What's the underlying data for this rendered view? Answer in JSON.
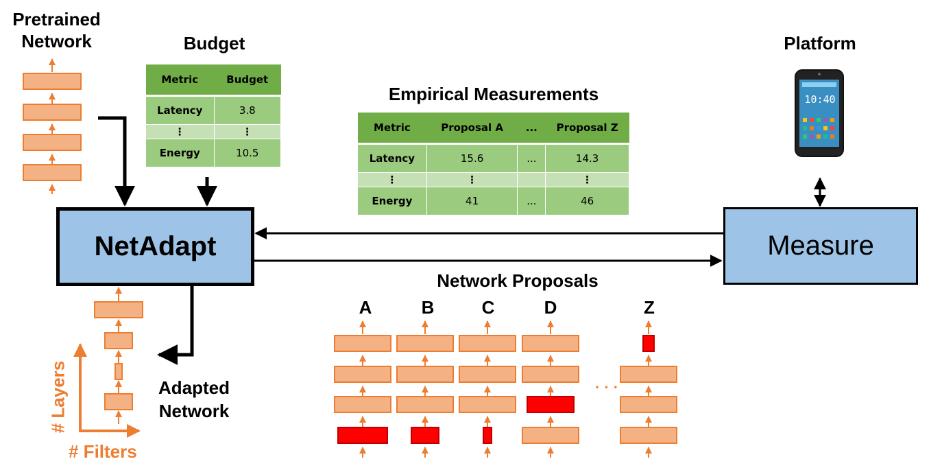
{
  "labels": {
    "pretrained_line1": "Pretrained",
    "pretrained_line2": "Network",
    "budget_title": "Budget",
    "empirical_title": "Empirical Measurements",
    "platform_title": "Platform",
    "netadapt": "NetAdapt",
    "measure": "Measure",
    "network_proposals": "Network Proposals",
    "adapted_line1": "Adapted",
    "adapted_line2": "Network",
    "axis_layers": "# Layers",
    "axis_filters": "# Filters",
    "ellipsis": "· · ·"
  },
  "budget_table": {
    "headers": [
      "Metric",
      "Budget"
    ],
    "rows": [
      [
        "Latency",
        "3.8"
      ],
      [
        "⋮",
        "⋮"
      ],
      [
        "Energy",
        "10.5"
      ]
    ]
  },
  "empirical_table": {
    "headers": [
      "Metric",
      "Proposal A",
      "...",
      "Proposal Z"
    ],
    "rows": [
      [
        "Latency",
        "15.6",
        "...",
        "14.3"
      ],
      [
        "⋮",
        "⋮",
        "",
        "⋮"
      ],
      [
        "Energy",
        "41",
        "...",
        "46"
      ]
    ]
  },
  "phone": {
    "time": "10:40"
  },
  "proposals": [
    "A",
    "B",
    "C",
    "D",
    "Z"
  ],
  "colors": {
    "layer_fill": "#f4b183",
    "layer_stroke": "#ed7d31",
    "pruned_fill": "#ff0000",
    "box_fill": "#9dc3e6",
    "table_header": "#70ad47",
    "table_row": "#9bcb7e",
    "table_row_alt": "#c5e0b4"
  }
}
